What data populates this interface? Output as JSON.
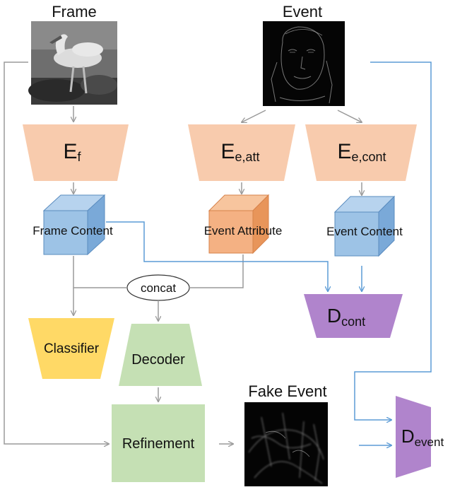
{
  "labels": {
    "frame_title": "Frame",
    "event_title": "Event",
    "fake_event_title": "Fake Event",
    "frame_content": "Frame Content",
    "event_attribute": "Event Attribute",
    "event_content": "Event Content",
    "concat": "concat",
    "classifier": "Classifier",
    "decoder": "Decoder",
    "refinement": "Refinement"
  },
  "encoders": {
    "ef": {
      "main": "E",
      "sub": "f"
    },
    "eatt": {
      "main": "E",
      "sub": "e,att"
    },
    "econt": {
      "main": "E",
      "sub": "e,cont"
    }
  },
  "discriminators": {
    "dcont": {
      "main": "D",
      "sub": "cont"
    },
    "devent": {
      "main": "D",
      "sub": "event"
    }
  },
  "colors": {
    "encoder_fill": "#f8cbad",
    "content_cube": "#9dc3e6",
    "attribute_cube": "#f4b183",
    "classifier": "#ffd966",
    "decoder": "#c5e0b4",
    "refinement": "#c5e0b4",
    "discriminator": "#b084cc",
    "gray_arrow": "#9a9a9a",
    "blue_arrow": "#5b9bd5"
  }
}
